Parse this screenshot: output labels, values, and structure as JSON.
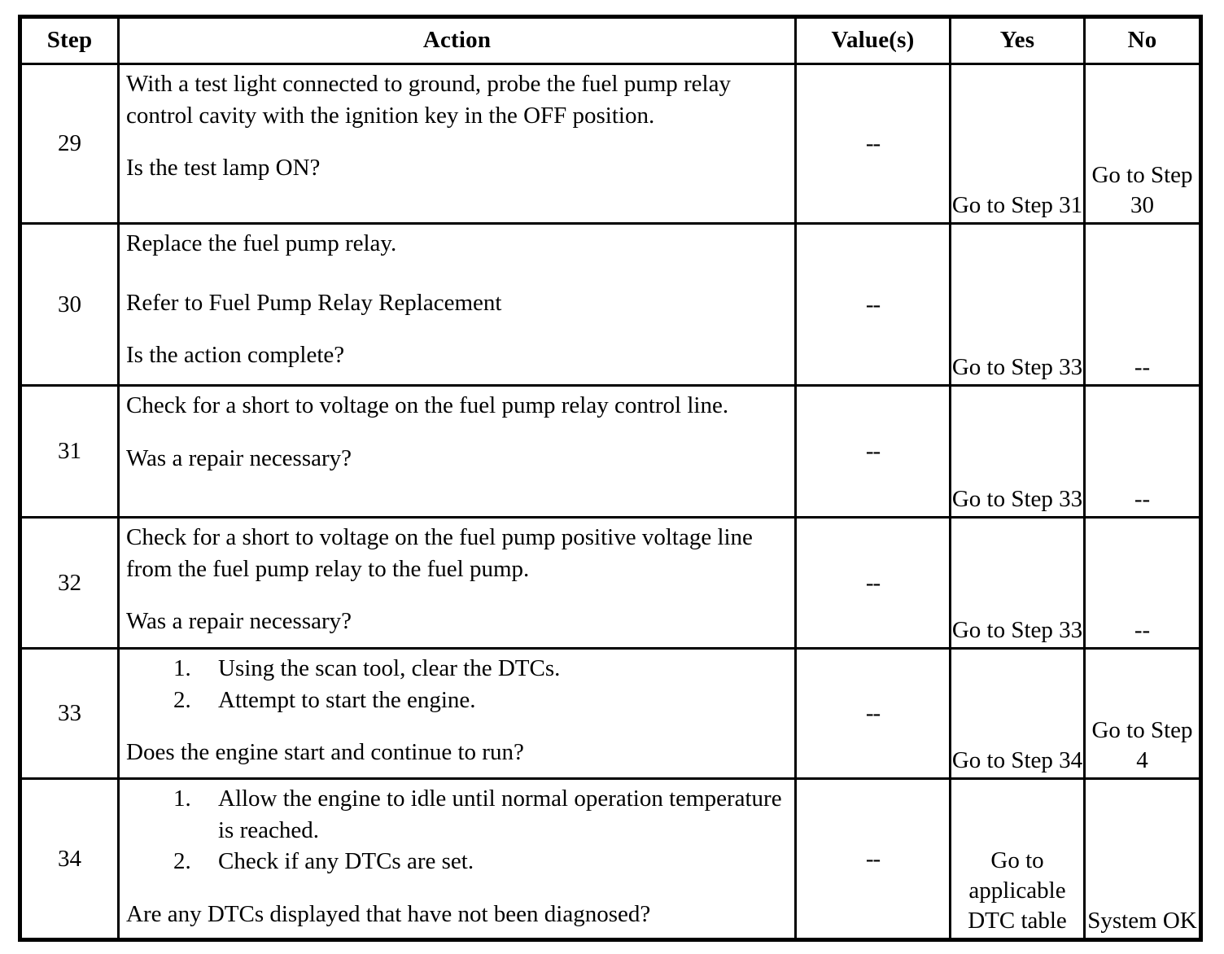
{
  "table": {
    "name": "diagnostic-step-table",
    "columns": [
      {
        "key": "step",
        "label": "Step"
      },
      {
        "key": "action",
        "label": "Action"
      },
      {
        "key": "value",
        "label": "Value(s)"
      },
      {
        "key": "yes",
        "label": "Yes"
      },
      {
        "key": "no",
        "label": "No"
      }
    ],
    "rows": [
      {
        "step": "29",
        "action": {
          "type": "paragraphs",
          "paragraphs": [
            "With a test light connected to ground, probe the fuel pump relay control cavity with the ignition key in the OFF position."
          ],
          "question": "Is the test lamp ON?"
        },
        "value": "--",
        "yes": "Go to Step 31",
        "no": "Go to Step 30"
      },
      {
        "step": "30",
        "action": {
          "type": "paragraphs",
          "paragraphs": [
            "Replace the fuel pump relay.",
            "Refer to Fuel Pump Relay Replacement"
          ],
          "question": "Is the action complete?"
        },
        "value": "--",
        "yes": "Go to Step 33",
        "no": "--"
      },
      {
        "step": "31",
        "action": {
          "type": "paragraphs",
          "paragraphs": [
            "Check for a short to voltage on the fuel pump relay control line."
          ],
          "question": "Was a repair necessary?"
        },
        "value": "--",
        "yes": "Go to Step 33",
        "no": "--"
      },
      {
        "step": "32",
        "action": {
          "type": "paragraphs",
          "paragraphs": [
            "Check for a short to voltage on the fuel pump positive voltage line from the fuel pump relay to the fuel pump."
          ],
          "question": "Was a repair necessary?"
        },
        "value": "--",
        "yes": "Go to Step 33",
        "no": "--"
      },
      {
        "step": "33",
        "action": {
          "type": "list",
          "items": [
            "Using the scan tool, clear the DTCs.",
            "Attempt to start the engine."
          ],
          "markers": [
            "1.",
            "2."
          ],
          "question": "Does the engine start and continue to run?"
        },
        "value": "--",
        "yes": "Go to Step 34",
        "no": "Go to Step 4"
      },
      {
        "step": "34",
        "action": {
          "type": "list",
          "items": [
            "Allow the engine to idle until normal operation temperature is reached.",
            "Check if any DTCs are set."
          ],
          "markers": [
            "1.",
            "2."
          ],
          "question": "Are any DTCs displayed that have not been diagnosed?"
        },
        "value": "--",
        "yes": "Go to applicable DTC table",
        "no": "System OK"
      }
    ]
  },
  "colors": {
    "border": "#000000",
    "text": "#000000",
    "background": "#ffffff"
  }
}
